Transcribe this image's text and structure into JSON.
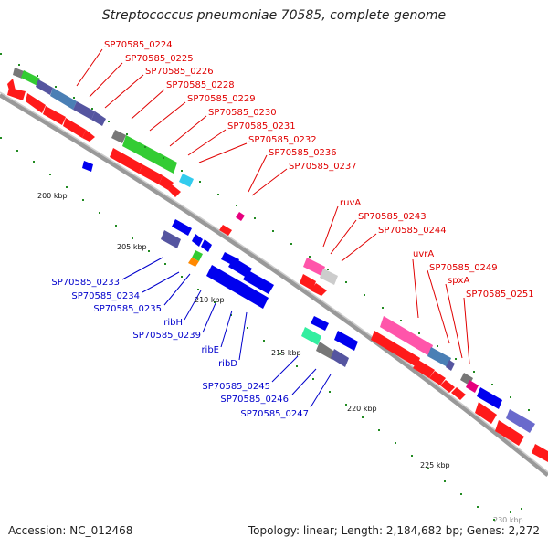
{
  "title": "Streptococcus pneumoniae 70585, complete genome",
  "footer": {
    "accession": "Accession: NC_012468",
    "topology": "Topology: linear; Length: 2,184,682 bp; Genes: 2,272"
  },
  "colors": {
    "plus_strand_labels": "#e00000",
    "minus_strand_labels": "#0000cc",
    "backbone": "#999999",
    "tick_marks": "#228b22"
  },
  "tick_labels": [
    "200 kbp",
    "205 kbp",
    "210 kbp",
    "215 kbp",
    "220 kbp",
    "225 kbp",
    "230 kbp"
  ],
  "plus_strand_genes": [
    "SP70585_0224",
    "SP70585_0225",
    "SP70585_0226",
    "SP70585_0228",
    "SP70585_0229",
    "SP70585_0230",
    "SP70585_0231",
    "SP70585_0232",
    "SP70585_0236",
    "SP70585_0237",
    "ruvA",
    "SP70585_0243",
    "SP70585_0244",
    "uvrA",
    "SP70585_0249",
    "spxA",
    "SP70585_0251"
  ],
  "minus_strand_genes": [
    "SP70585_0233",
    "SP70585_0234",
    "SP70585_0235",
    "ribH",
    "SP70585_0239",
    "ribE",
    "ribD",
    "SP70585_0245",
    "SP70585_0246",
    "SP70585_0247"
  ]
}
